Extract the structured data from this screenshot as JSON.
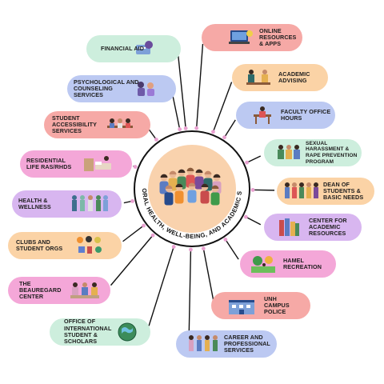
{
  "center": {
    "circular_title": "BEHAVIORAL HEALTH, WELL-BEING, AND ACADEMIC SUCCESS"
  },
  "left_nodes": [
    {
      "label": "FINANCIAL AID",
      "color": "#cdeedd"
    },
    {
      "label": "PSYCHOLOGICAL AND COUNSELING SERVICES",
      "color": "#bcc9f2"
    },
    {
      "label": "STUDENT ACCESSIBILITY SERVICES",
      "color": "#f6a9a6"
    },
    {
      "label": "RESIDENTIAL LIFE RAS/RHDS",
      "color": "#f4a7d8"
    },
    {
      "label": "HEALTH & WELLNESS",
      "color": "#d8b6f0"
    },
    {
      "label": "CLUBS AND STUDENT ORGS",
      "color": "#fbd3a6"
    },
    {
      "label": "THE BEAUREGARD CENTER",
      "color": "#f4a7d8"
    },
    {
      "label": "OFFICE OF INTERNATIONAL STUDENT & SCHOLARS",
      "color": "#cdeedd"
    }
  ],
  "right_nodes": [
    {
      "label": "ONLINE RESOURCES & APPS",
      "color": "#f6a9a6"
    },
    {
      "label": "ACADEMIC ADVISING",
      "color": "#fbd3a6"
    },
    {
      "label": "FACULTY OFFICE HOURS",
      "color": "#bcc9f2"
    },
    {
      "label": "SEXUAL HARASSMENT & RAPE PREVENTION PROGRAM",
      "color": "#cdeedd"
    },
    {
      "label": "DEAN OF STUDENTS & BASIC NEEDS",
      "color": "#fbd3a6"
    },
    {
      "label": "CENTER FOR ACADEMIC RESOURCES",
      "color": "#d8b6f0"
    },
    {
      "label": "HAMEL RECREATION",
      "color": "#f4a7d8"
    },
    {
      "label": "UNH CAMPUS POLICE",
      "color": "#f6a9a6"
    },
    {
      "label": "CAREER AND PROFESSIONAL SERVICES",
      "color": "#bcc9f2"
    }
  ]
}
